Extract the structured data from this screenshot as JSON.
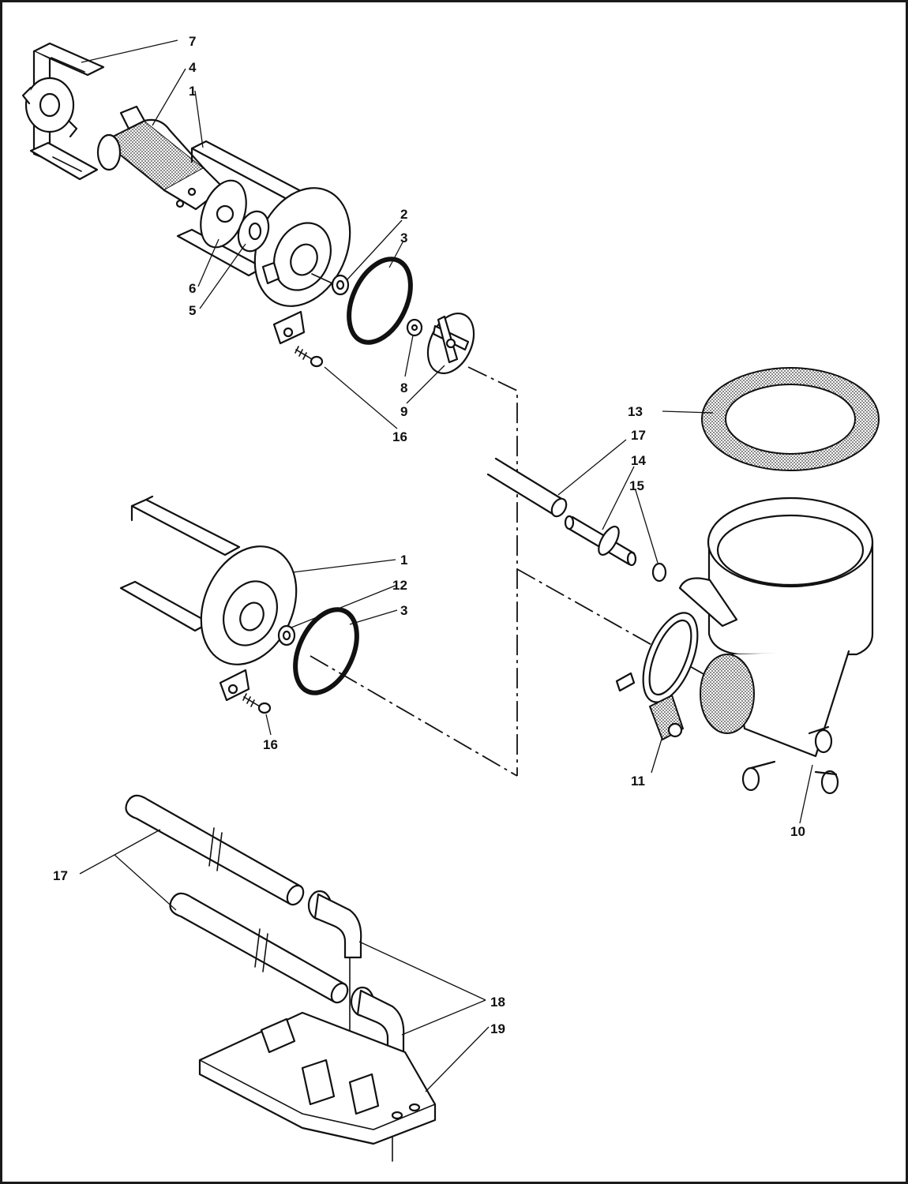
{
  "diagram": {
    "callouts": [
      {
        "id": "c7",
        "part": "7",
        "label": "7"
      },
      {
        "id": "c4",
        "part": "4",
        "label": "4"
      },
      {
        "id": "c1a",
        "part": "1",
        "label": "1"
      },
      {
        "id": "c2",
        "part": "2",
        "label": "2"
      },
      {
        "id": "c3a",
        "part": "3",
        "label": "3"
      },
      {
        "id": "c6",
        "part": "6",
        "label": "6"
      },
      {
        "id": "c5",
        "part": "5",
        "label": "5"
      },
      {
        "id": "c8",
        "part": "8",
        "label": "8"
      },
      {
        "id": "c9",
        "part": "9",
        "label": "9"
      },
      {
        "id": "c16a",
        "part": "16",
        "label": "16"
      },
      {
        "id": "c13",
        "part": "13",
        "label": "13"
      },
      {
        "id": "c17a",
        "part": "17",
        "label": "17"
      },
      {
        "id": "c14",
        "part": "14",
        "label": "14"
      },
      {
        "id": "c15",
        "part": "15",
        "label": "15"
      },
      {
        "id": "c1b",
        "part": "1",
        "label": "1"
      },
      {
        "id": "c12",
        "part": "12",
        "label": "12"
      },
      {
        "id": "c3b",
        "part": "3",
        "label": "3"
      },
      {
        "id": "c16b",
        "part": "16",
        "label": "16"
      },
      {
        "id": "c11",
        "part": "11",
        "label": "11"
      },
      {
        "id": "c10",
        "part": "10",
        "label": "10"
      },
      {
        "id": "c17b",
        "part": "17",
        "label": "17"
      },
      {
        "id": "c18",
        "part": "18",
        "label": "18"
      },
      {
        "id": "c19",
        "part": "19",
        "label": "19"
      }
    ]
  }
}
